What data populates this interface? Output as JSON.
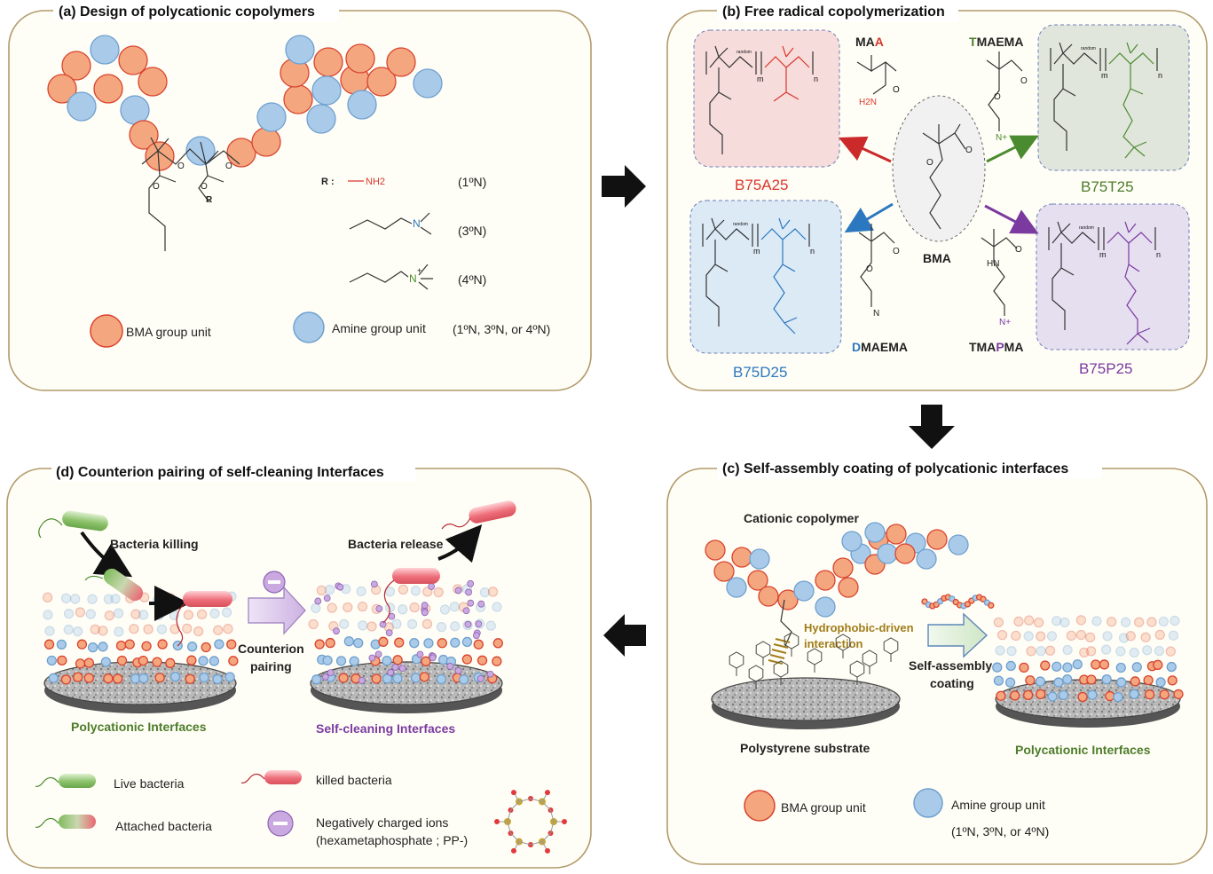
{
  "colors": {
    "bma_fill": "#f4a77f",
    "bma_stroke": "#d9432e",
    "amine_fill": "#a9cbe9",
    "amine_stroke": "#6fa0cf",
    "primary_amine": "#d9362b",
    "tertiary_amine": "#2c78c0",
    "quaternary_amine": "#4b8b2f",
    "purple": "#7a3aa0",
    "green_text": "#4d7c2a",
    "gold_text": "#a07c1a",
    "frame": "#b29a6a"
  },
  "panel_a": {
    "title": "(a) Design of polycationic copolymers",
    "r_label": "R :",
    "nh2": "NH2",
    "r_small": "R",
    "o_small": "O",
    "types": [
      "(1ºN)",
      "(3ºN)",
      "(4ºN)"
    ],
    "n_atom": "N",
    "plus": "+",
    "legend_bma": "BMA group unit",
    "legend_amine": "Amine group unit",
    "legend_amine_types": "(1ºN, 3ºN, or 4ºN)"
  },
  "panel_b": {
    "title": "(b) Free radical copolymerization",
    "bma": "BMA",
    "m": "m",
    "n": "n",
    "random": "random",
    "maa": {
      "prefix": "MA",
      "highlight": "A"
    },
    "tmaema": {
      "prefix": "",
      "highlight": "T",
      "suffix": "MAEMA"
    },
    "dmaema": {
      "prefix": "",
      "highlight": "D",
      "suffix": "MAEMA"
    },
    "tmapma": {
      "prefix": "TMA",
      "highlight": "P",
      "suffix": "MA"
    },
    "products": [
      "B75A25",
      "B75T25",
      "B75D25",
      "B75P25"
    ],
    "h2n": "H2N",
    "hn": "HN",
    "o": "O",
    "n_plus": "N+"
  },
  "panel_c": {
    "title": "(c) Self-assembly coating of polycationic interfaces",
    "cationic": "Cationic copolymer",
    "hydrophobic_1": "Hydrophobic-driven",
    "hydrophobic_2": "interaction",
    "self_assembly_1": "Self-assembly",
    "self_assembly_2": "coating",
    "substrate": "Polystyrene substrate",
    "interfaces": "Polycationic Interfaces",
    "legend_bma": "BMA group unit",
    "legend_amine": "Amine group unit",
    "legend_amine_types": "(1ºN, 3ºN, or 4ºN)"
  },
  "panel_d": {
    "title": "(d) Counterion pairing of self-cleaning Interfaces",
    "killing": "Bacteria killing",
    "release": "Bacteria release",
    "counterion_1": "Counterion",
    "counterion_2": "pairing",
    "left_caption": "Polycationic Interfaces",
    "right_caption": "Self-cleaning Interfaces",
    "live": "Live bacteria",
    "killed": "killed bacteria",
    "attached": "Attached bacteria",
    "neg_1": "Negatively charged ions",
    "neg_2": "(hexametaphosphate ; PP-)"
  }
}
